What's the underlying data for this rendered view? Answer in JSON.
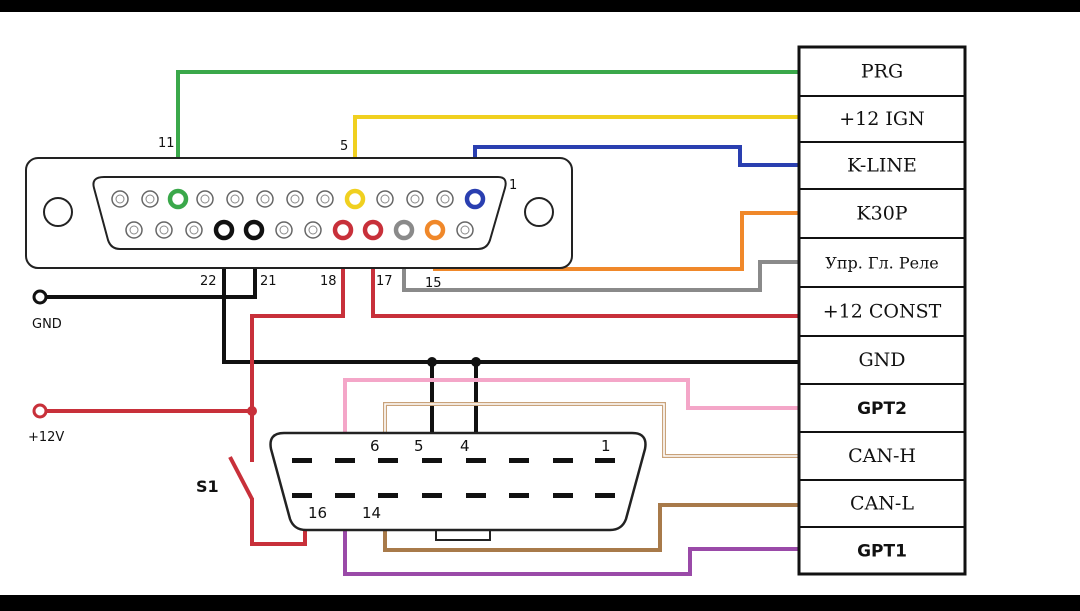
{
  "colors": {
    "prg": "#3aa84a",
    "ign": "#f0d020",
    "kline": "#2a3fb0",
    "k30p": "#f0882a",
    "relay": "#8a8a8a",
    "const": "#c8303a",
    "gnd": "#111111",
    "gpt2": "#f4a6c8",
    "canh": "#c9a27a",
    "canl": "#a87a4a",
    "gpt1": "#9a4aa8"
  },
  "db25": {
    "pin_labels": {
      "p11": "11",
      "p5": "5",
      "p1": "1",
      "p22": "22",
      "p21": "21",
      "p18": "18",
      "p17": "17",
      "p15": "15"
    }
  },
  "obd": {
    "pin_labels": {
      "p6": "6",
      "p5": "5",
      "p4": "4",
      "p1": "1",
      "p16": "16",
      "p14": "14"
    }
  },
  "external": {
    "gnd": "GND",
    "plus12": "+12V",
    "switch": "S1"
  },
  "signals": [
    {
      "label": "PRG"
    },
    {
      "label": "+12 IGN"
    },
    {
      "label": "K-LINE"
    },
    {
      "label": "K30P"
    },
    {
      "label": "Упр. Гл. Реле"
    },
    {
      "label": "+12 CONST"
    },
    {
      "label": "GND"
    },
    {
      "label": "GPT2"
    },
    {
      "label": "CAN-H"
    },
    {
      "label": "CAN-L"
    },
    {
      "label": "GPT1"
    }
  ]
}
